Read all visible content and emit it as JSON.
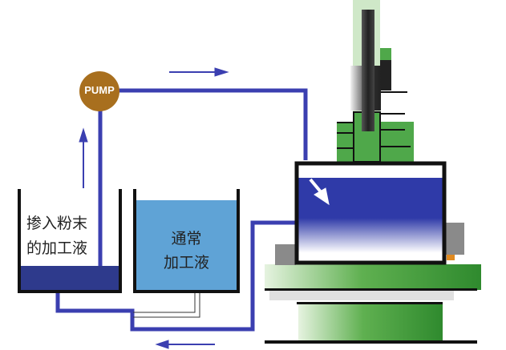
{
  "pump": {
    "label": "PUMP"
  },
  "tank_powder": {
    "label_line1": "掺入粉末",
    "label_line2": "的加工液"
  },
  "tank_normal": {
    "label_line1": "通常",
    "label_line2": "加工液"
  },
  "colors": {
    "pipe": "#3b3fb0",
    "pump": "#a86f1e",
    "normal_fluid": "#5fa3d6",
    "powder_fluid": "#2e3a8c",
    "machine_green": "#3e9a3a"
  }
}
